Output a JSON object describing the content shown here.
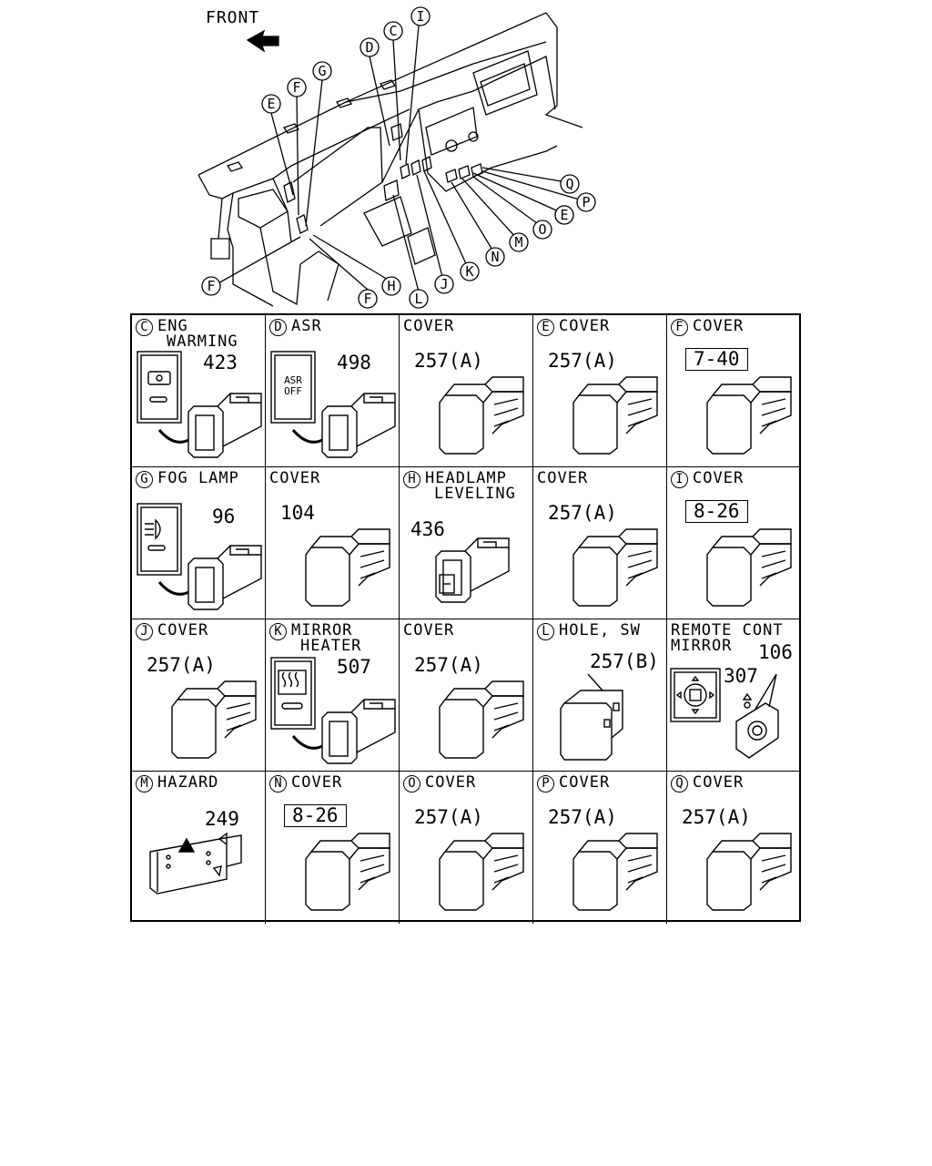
{
  "front_label": "FRONT",
  "overview_callouts": [
    "C",
    "D",
    "E",
    "F",
    "G",
    "I",
    "E",
    "F",
    "F",
    "H",
    "L",
    "J",
    "K",
    "N",
    "M",
    "O",
    "E",
    "P",
    "Q"
  ],
  "cells": [
    {
      "letter": "C",
      "title": "ENG",
      "title2": "WARMING",
      "part": "423",
      "boxed": false,
      "icon": "engine-warming-icon"
    },
    {
      "letter": "D",
      "title": "ASR",
      "title2": "",
      "part": "498",
      "boxed": false,
      "icon": "asr-off-icon",
      "icon_text": [
        "ASR",
        "OFF"
      ]
    },
    {
      "letter": "",
      "title": "COVER",
      "title2": "",
      "part": "257(A)",
      "boxed": false,
      "icon": ""
    },
    {
      "letter": "E",
      "title": "COVER",
      "title2": "",
      "part": "257(A)",
      "boxed": false,
      "icon": ""
    },
    {
      "letter": "F",
      "title": "COVER",
      "title2": "",
      "part": "7-40",
      "boxed": true,
      "icon": ""
    },
    {
      "letter": "G",
      "title": "FOG LAMP",
      "title2": "",
      "part": "96",
      "boxed": false,
      "icon": "fog-lamp-icon"
    },
    {
      "letter": "",
      "title": "COVER",
      "title2": "",
      "part": "104",
      "boxed": false,
      "icon": ""
    },
    {
      "letter": "H",
      "title": "HEADLAMP",
      "title2": "LEVELING",
      "part": "436",
      "boxed": false,
      "icon": ""
    },
    {
      "letter": "",
      "title": "COVER",
      "title2": "",
      "part": "257(A)",
      "boxed": false,
      "icon": ""
    },
    {
      "letter": "I",
      "title": "COVER",
      "title2": "",
      "part": "8-26",
      "boxed": true,
      "icon": ""
    },
    {
      "letter": "J",
      "title": "COVER",
      "title2": "",
      "part": "257(A)",
      "boxed": false,
      "icon": ""
    },
    {
      "letter": "K",
      "title": "MIRROR",
      "title2": "HEATER",
      "part": "507",
      "boxed": false,
      "icon": "mirror-heater-icon"
    },
    {
      "letter": "",
      "title": "COVER",
      "title2": "",
      "part": "257(A)",
      "boxed": false,
      "icon": ""
    },
    {
      "letter": "L",
      "title": "HOLE, SW",
      "title2": "",
      "part": "257(B)",
      "boxed": false,
      "icon": ""
    },
    {
      "letter": "",
      "title": "REMOTE CONT",
      "title2": "MIRROR",
      "part": "106",
      "part2": "307",
      "boxed": false,
      "icon": "remote-mirror-icon"
    },
    {
      "letter": "M",
      "title": "HAZARD",
      "title2": "",
      "part": "249",
      "boxed": false,
      "icon": ""
    },
    {
      "letter": "N",
      "title": "COVER",
      "title2": "",
      "part": "8-26",
      "boxed": true,
      "icon": ""
    },
    {
      "letter": "O",
      "title": "COVER",
      "title2": "",
      "part": "257(A)",
      "boxed": false,
      "icon": ""
    },
    {
      "letter": "P",
      "title": "COVER",
      "title2": "",
      "part": "257(A)",
      "boxed": false,
      "icon": ""
    },
    {
      "letter": "Q",
      "title": "COVER",
      "title2": "",
      "part": "257(A)",
      "boxed": false,
      "icon": ""
    }
  ]
}
